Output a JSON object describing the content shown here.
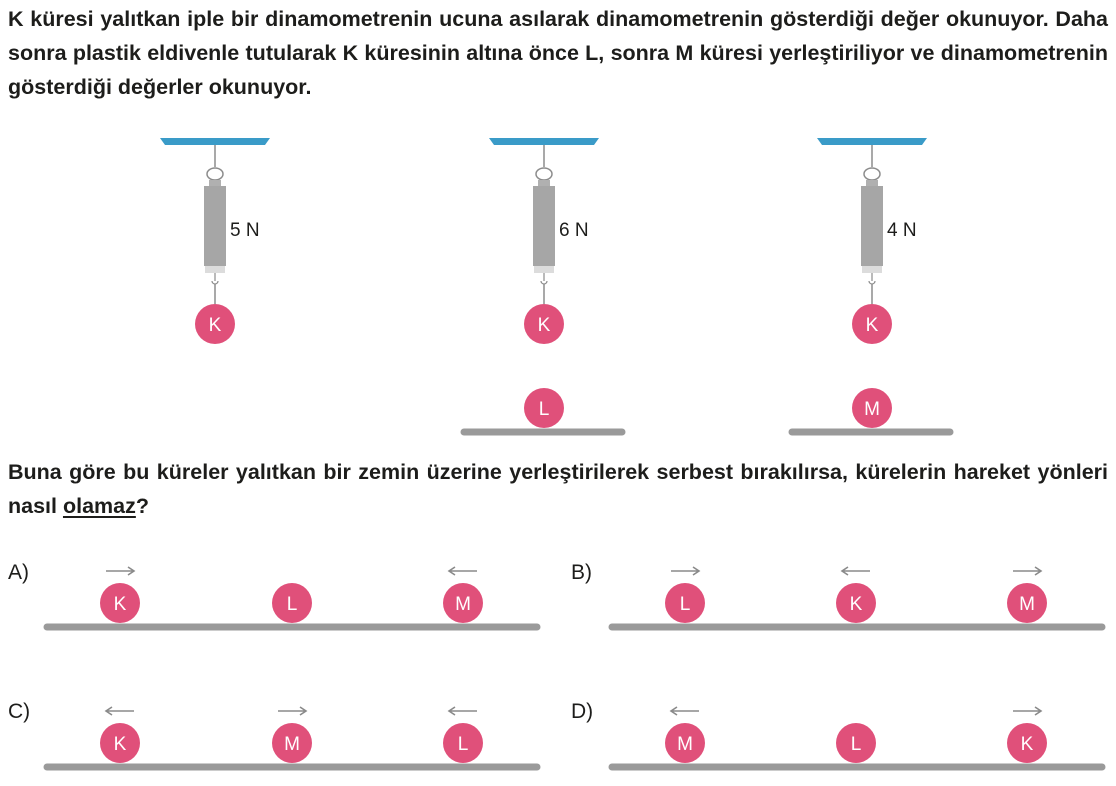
{
  "intro_text": "K küresi yalıtkan iple bir dinamometrenin ucuna asılarak dinamometrenin gösterdiği değer okunuyor. Daha sonra plastik eldivenle tutularak K küresinin altına önce L, sonra M küresi yerleştiriliyor ve dinamometrenin gösterdiği değerler okunuyor.",
  "question_text_before": "Buna göre bu küreler yalıtkan bir zemin üzerine yerleştirilerek serbest bırakılırsa, kürelerin hareket yönleri nasıl ",
  "question_text_underlined": "olamaz",
  "question_text_after": "?",
  "setups": [
    {
      "reading": "5 N",
      "hanging_ball": "K",
      "ground_ball": ""
    },
    {
      "reading": "6 N",
      "hanging_ball": "K",
      "ground_ball": "L"
    },
    {
      "reading": "4 N",
      "hanging_ball": "K",
      "ground_ball": "M"
    }
  ],
  "options": [
    {
      "label": "A)",
      "balls": [
        {
          "name": "K",
          "arrow": "→"
        },
        {
          "name": "L",
          "arrow": ""
        },
        {
          "name": "M",
          "arrow": "←"
        }
      ]
    },
    {
      "label": "B)",
      "balls": [
        {
          "name": "L",
          "arrow": "→"
        },
        {
          "name": "K",
          "arrow": "←"
        },
        {
          "name": "M",
          "arrow": "→"
        }
      ]
    },
    {
      "label": "C)",
      "balls": [
        {
          "name": "K",
          "arrow": "←"
        },
        {
          "name": "M",
          "arrow": "→"
        },
        {
          "name": "L",
          "arrow": "←"
        }
      ]
    },
    {
      "label": "D)",
      "balls": [
        {
          "name": "M",
          "arrow": "←"
        },
        {
          "name": "L",
          "arrow": ""
        },
        {
          "name": "K",
          "arrow": "→"
        }
      ]
    }
  ],
  "colors": {
    "ball": "#e0507a",
    "ceiling": "#3a9bc8",
    "spring": "#a6a6a6",
    "ground": "#9a9a9a",
    "arrow": "#8a8a8a"
  }
}
